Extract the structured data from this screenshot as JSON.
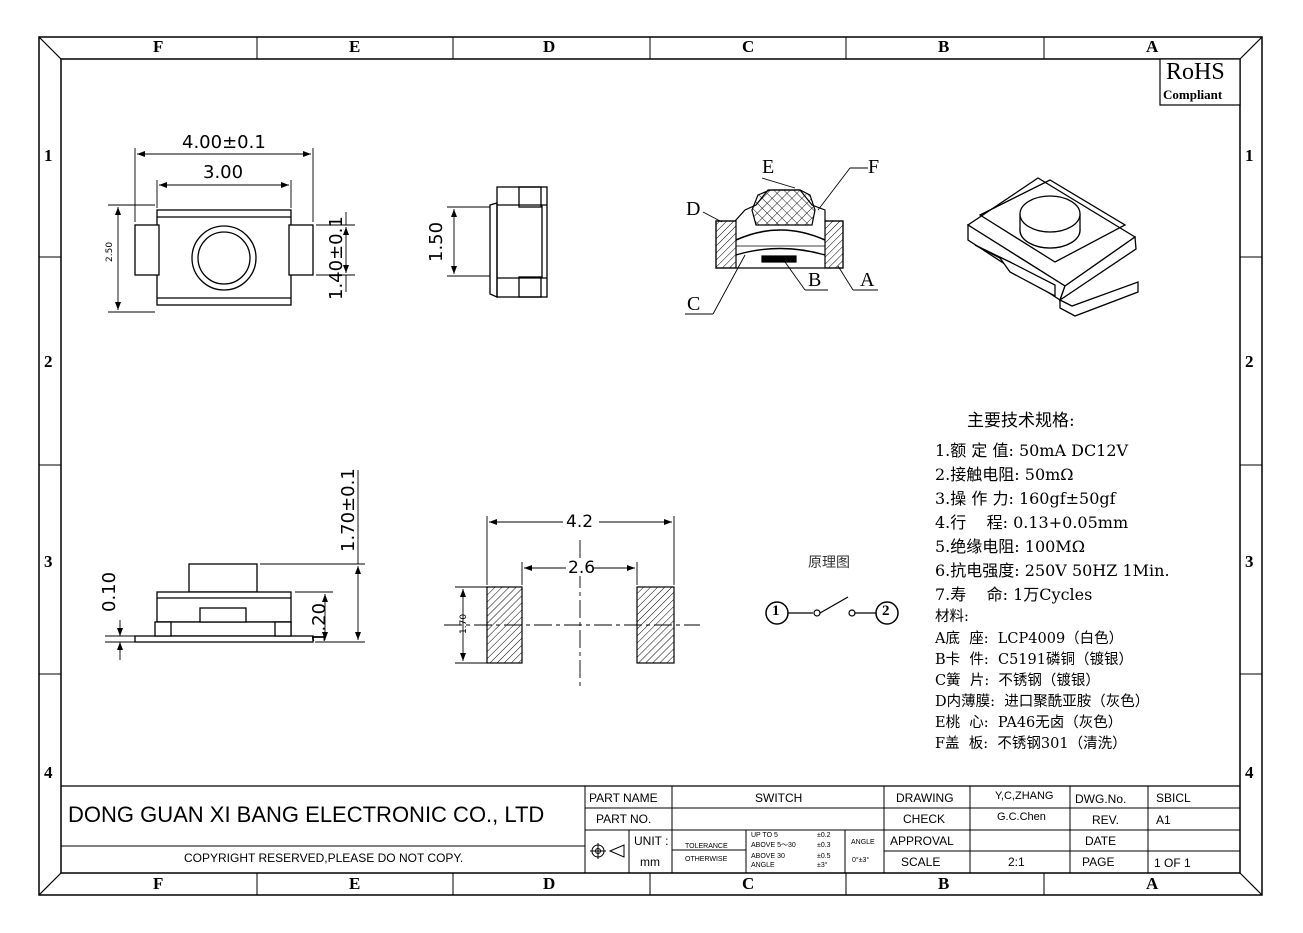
{
  "border": {
    "columns": [
      "F",
      "E",
      "D",
      "C",
      "B",
      "A"
    ],
    "rows": [
      "1",
      "2",
      "3",
      "4"
    ]
  },
  "rohs": {
    "line1": "RoHS",
    "line2": "Compliant"
  },
  "top_view": {
    "width_overall": "4.00±0.1",
    "width_body": "3.00",
    "height": "2.50",
    "pad_height": "1.40±0.1"
  },
  "side_view": {
    "height": "1.50"
  },
  "section_view": {
    "labels": [
      "A",
      "B",
      "C",
      "D",
      "E",
      "F"
    ]
  },
  "front_view": {
    "total_height": "1.70±0.1",
    "body_height": "1.20",
    "gap": "0.10"
  },
  "footprint": {
    "outer": "4.2",
    "inner": "2.6",
    "pad_height": "1.70"
  },
  "schematic": {
    "title": "原理图",
    "pin1": "1",
    "pin2": "2"
  },
  "specs": {
    "title": "主要技术规格:",
    "items": [
      {
        "label": "1.额 定 值:",
        "value": "50mA DC12V"
      },
      {
        "label": "2.接触电阻:",
        "value": "50mΩ"
      },
      {
        "label": "3.操 作 力:",
        "value": "160gf±50gf"
      },
      {
        "label": "4.行    程:",
        "value": "0.13+0.05mm"
      },
      {
        "label": "5.绝缘电阻:",
        "value": "100MΩ"
      },
      {
        "label": "6.抗电强度:",
        "value": "250V 50HZ 1Min."
      },
      {
        "label": "7.寿    命:",
        "value": "1万Cycles"
      }
    ],
    "materials_title": "材料:",
    "materials": [
      {
        "label": "A底  座:",
        "value": "LCP4009（白色）"
      },
      {
        "label": "B卡  件:",
        "value": "C5191磷铜（镀银）"
      },
      {
        "label": "C簧  片:",
        "value": "不锈钢（镀银）"
      },
      {
        "label": "D内薄膜:",
        "value": "进口聚酰亚胺（灰色）"
      },
      {
        "label": "E桃  心:",
        "value": "PA46无卤（灰色）"
      },
      {
        "label": "F盖  板:",
        "value": "不锈钢301（清洗）"
      }
    ]
  },
  "title_block": {
    "company": "DONG GUAN XI BANG ELECTRONIC CO., LTD",
    "copyright": "COPYRIGHT RESERVED,PLEASE DO NOT COPY.",
    "part_name_label": "PART NAME",
    "part_name": "SWITCH",
    "part_no_label": "PART NO.",
    "part_no": "",
    "unit_label": "UNIT :",
    "unit": "mm",
    "tolerance_label": "TOLERANCE",
    "otherwise_label": "OTHERWISE",
    "tol_rows": [
      {
        "range": "UP TO 5",
        "value": "±0.2"
      },
      {
        "range": "ABOVE 5～30",
        "value": "±0.3"
      },
      {
        "range": "ABOVE 30",
        "value": "±0.5"
      },
      {
        "range": "ANGLE",
        "value": "±3°"
      }
    ],
    "angle_label": "ANGLE",
    "angle_value": "0°±3°",
    "drawing_label": "DRAWING",
    "drawing": "Y,C,ZHANG",
    "check_label": "CHECK",
    "check": "G.C.Chen",
    "approval_label": "APPROVAL",
    "approval": "",
    "scale_label": "SCALE",
    "scale": "2:1",
    "dwg_no_label": "DWG.No.",
    "dwg_no": "SBICL",
    "rev_label": "REV.",
    "rev": "A1",
    "date_label": "DATE",
    "date": "",
    "page_label": "PAGE",
    "page": "1 OF 1"
  }
}
